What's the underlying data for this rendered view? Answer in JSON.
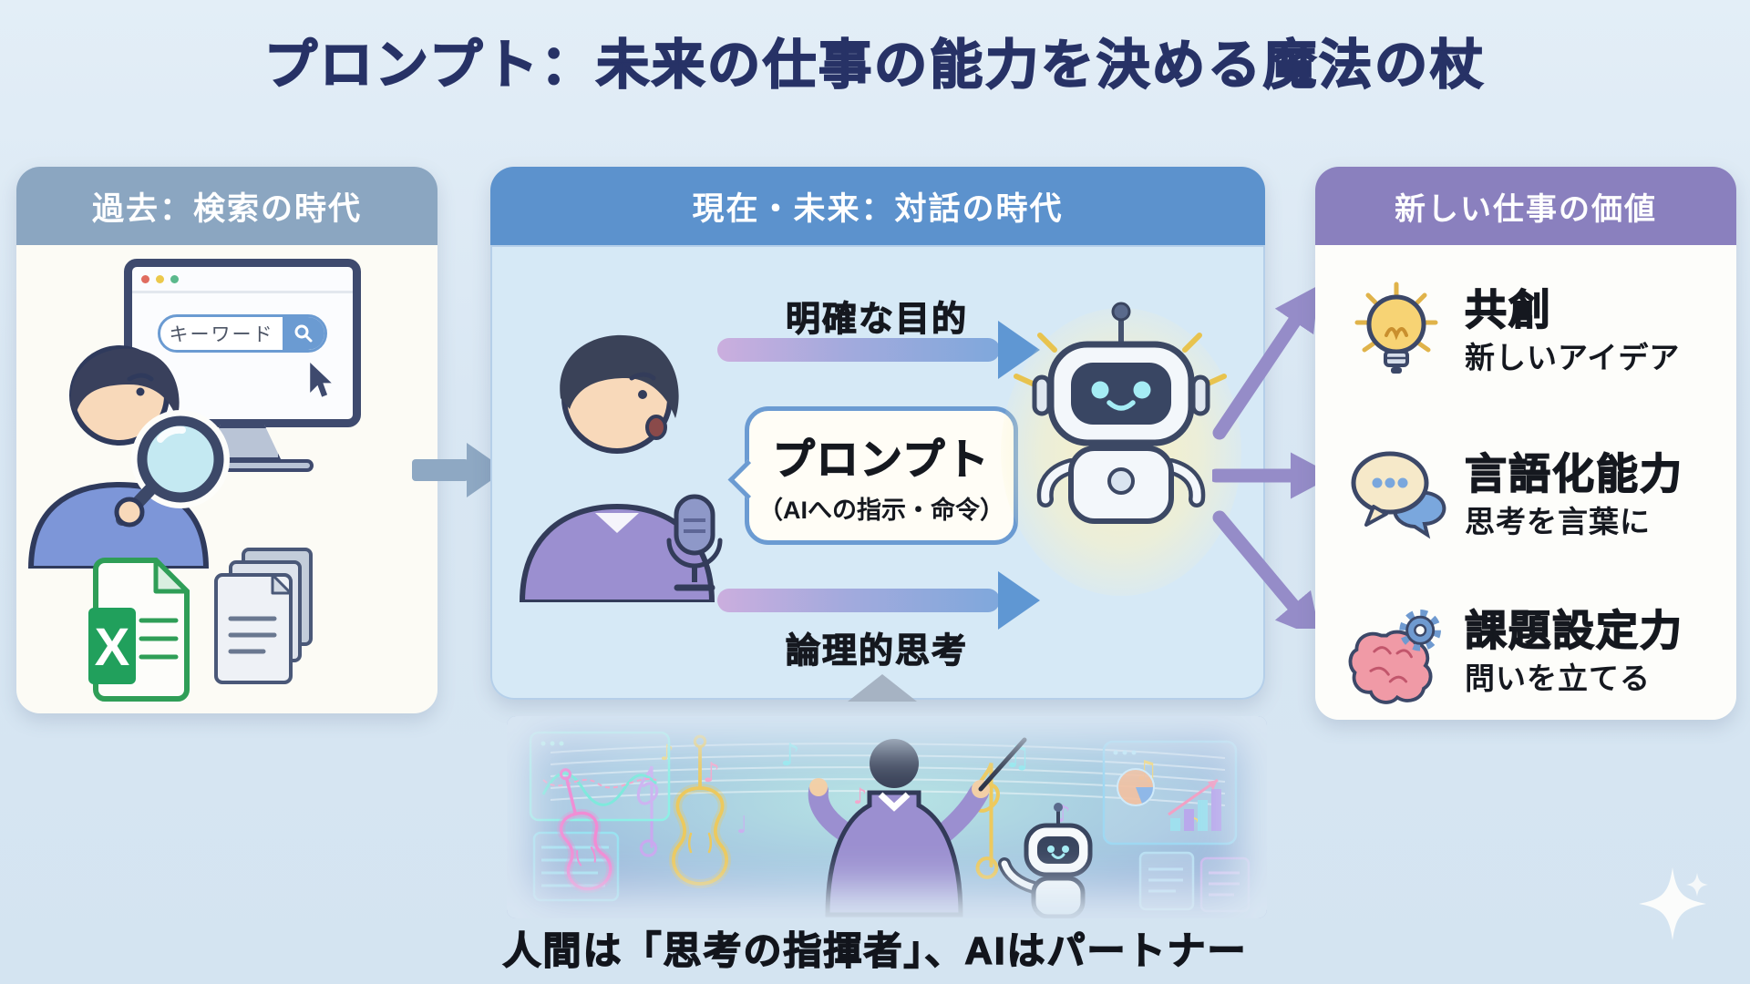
{
  "title": "プロンプト：未来の仕事の能力を決める魔法の杖",
  "caption": "人間は「思考の指揮者」、AIはパートナー",
  "panels": {
    "past": {
      "header": "過去：検索の時代",
      "search_value": "キーワード",
      "excel_letter": "X",
      "illustrations": [
        "person-with-magnifier",
        "desktop-browser-search",
        "excel-file",
        "paper-documents"
      ]
    },
    "present": {
      "header": "現在・未来：対話の時代",
      "top_arrow_label": "明確な目的",
      "bottom_arrow_label": "論理的思考",
      "bubble_title": "プロンプト",
      "bubble_subtitle": "（AIへの指示・命令）",
      "illustrations": [
        "person-speaking-with-microphone",
        "ai-robot"
      ]
    },
    "value": {
      "header": "新しい仕事の価値",
      "items": [
        {
          "icon": "lightbulb-icon",
          "title": "共創",
          "subtitle": "新しいアイデア"
        },
        {
          "icon": "speech-bubbles-icon",
          "title": "言語化能力",
          "subtitle": "思考を言葉に"
        },
        {
          "icon": "brain-gear-icon",
          "title": "課題設定力",
          "subtitle": "問いを立てる"
        }
      ]
    }
  },
  "colors": {
    "background": "#d9e7f3",
    "title_text": "#273266",
    "past_header_bg": "#8ba6c1",
    "present_header_bg": "#5c92cd",
    "present_body_bg": "#d6e9f6",
    "value_header_bg": "#8a80be",
    "gradient_arrow_start": "#cbaede",
    "gradient_arrow_end": "#7fa8dc",
    "arrow_head_blue": "#5f97d3",
    "fan_arrow_purple": "#958cc8",
    "flow_arrow_gray": "#8ea8c3"
  }
}
